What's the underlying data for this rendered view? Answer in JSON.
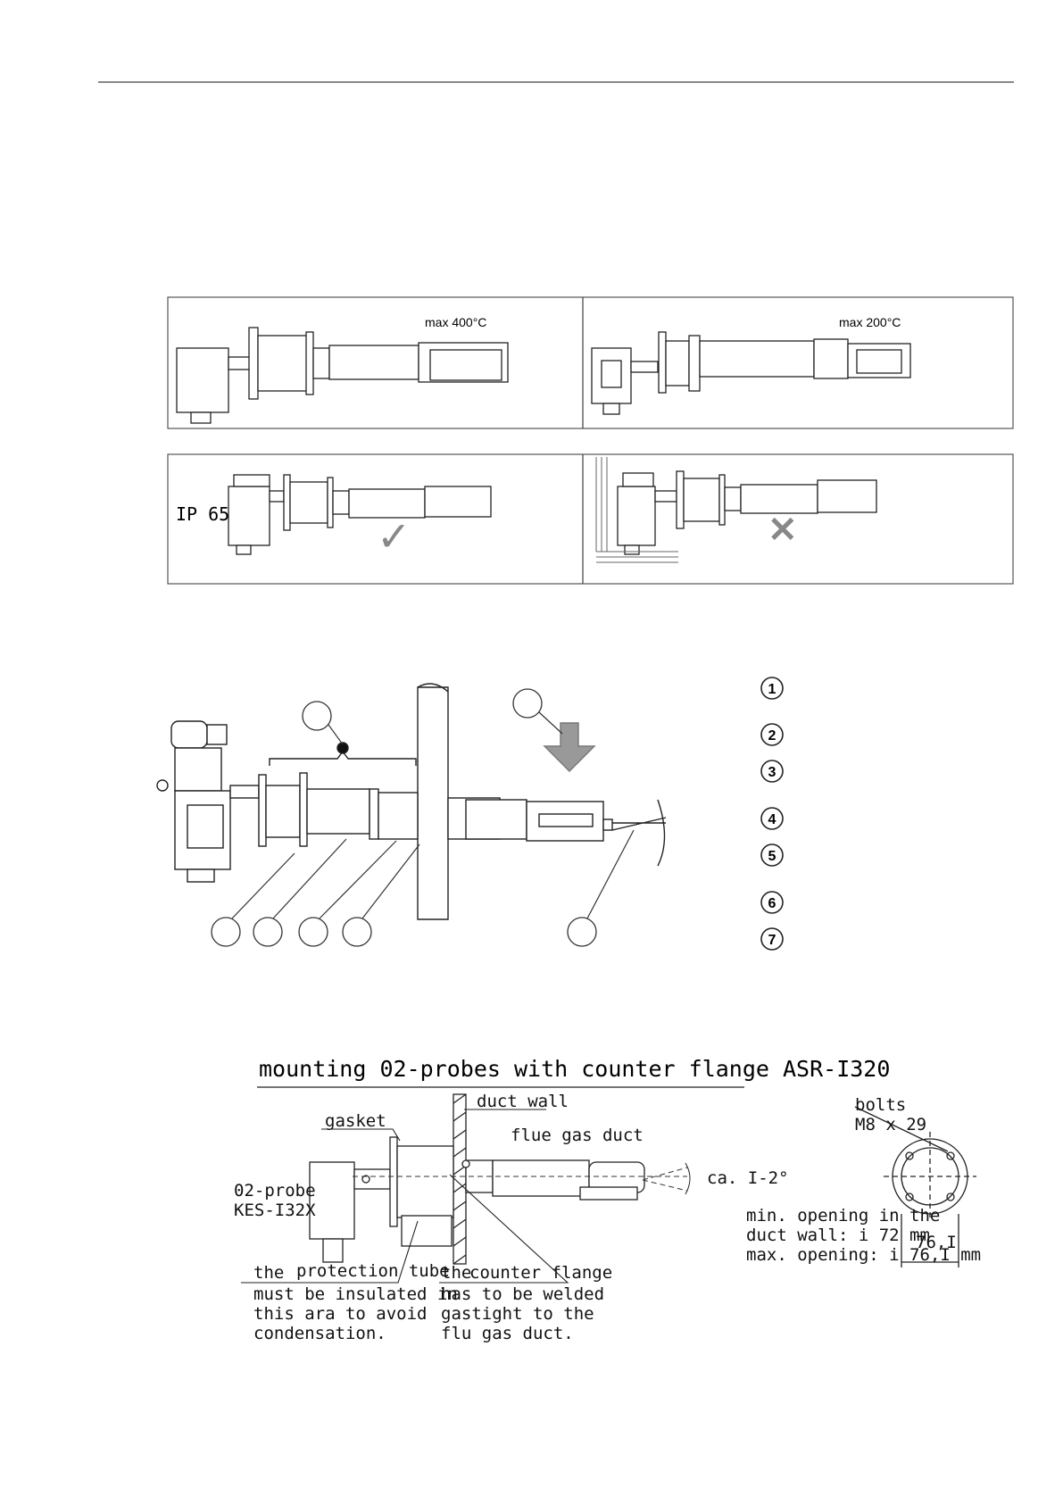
{
  "panels": {
    "top_left": {
      "temp": "max 400°C"
    },
    "top_right": {
      "temp": "max 200°C"
    },
    "bottom_left": {
      "rating": "IP 65",
      "mark": "✓"
    },
    "bottom_right": {
      "mark": "✕"
    }
  },
  "legend": {
    "items": [
      "1",
      "2",
      "3",
      "4",
      "5",
      "6",
      "7"
    ]
  },
  "drawing": {
    "title": "mounting 02-probes with counter flange ASR-I320",
    "duct_wall": "duct wall",
    "gasket": "gasket",
    "flue_gas_duct": "flue gas duct",
    "probe_l1": "02-probe",
    "probe_l2": "KES-I32X",
    "angle": "ca. I-2°",
    "bolts_l1": "bolts",
    "bolts_l2": "M8 x 29",
    "min_l1": "min. opening in the",
    "min_l2": "duct wall: i 72 mm",
    "max_l": "max. opening: i 76,I mm",
    "dim": "76,I",
    "prot_the": "the",
    "prot_tube": "protection tube",
    "prot_l2": "must be insulated in",
    "prot_l3": "this ara to avoid",
    "prot_l4": "condensation.",
    "cf_the": "the",
    "cf_cf": "counter flange",
    "cf_l2": "has to be welded",
    "cf_l3": "gastight to the",
    "cf_l4": "flu gas duct."
  }
}
